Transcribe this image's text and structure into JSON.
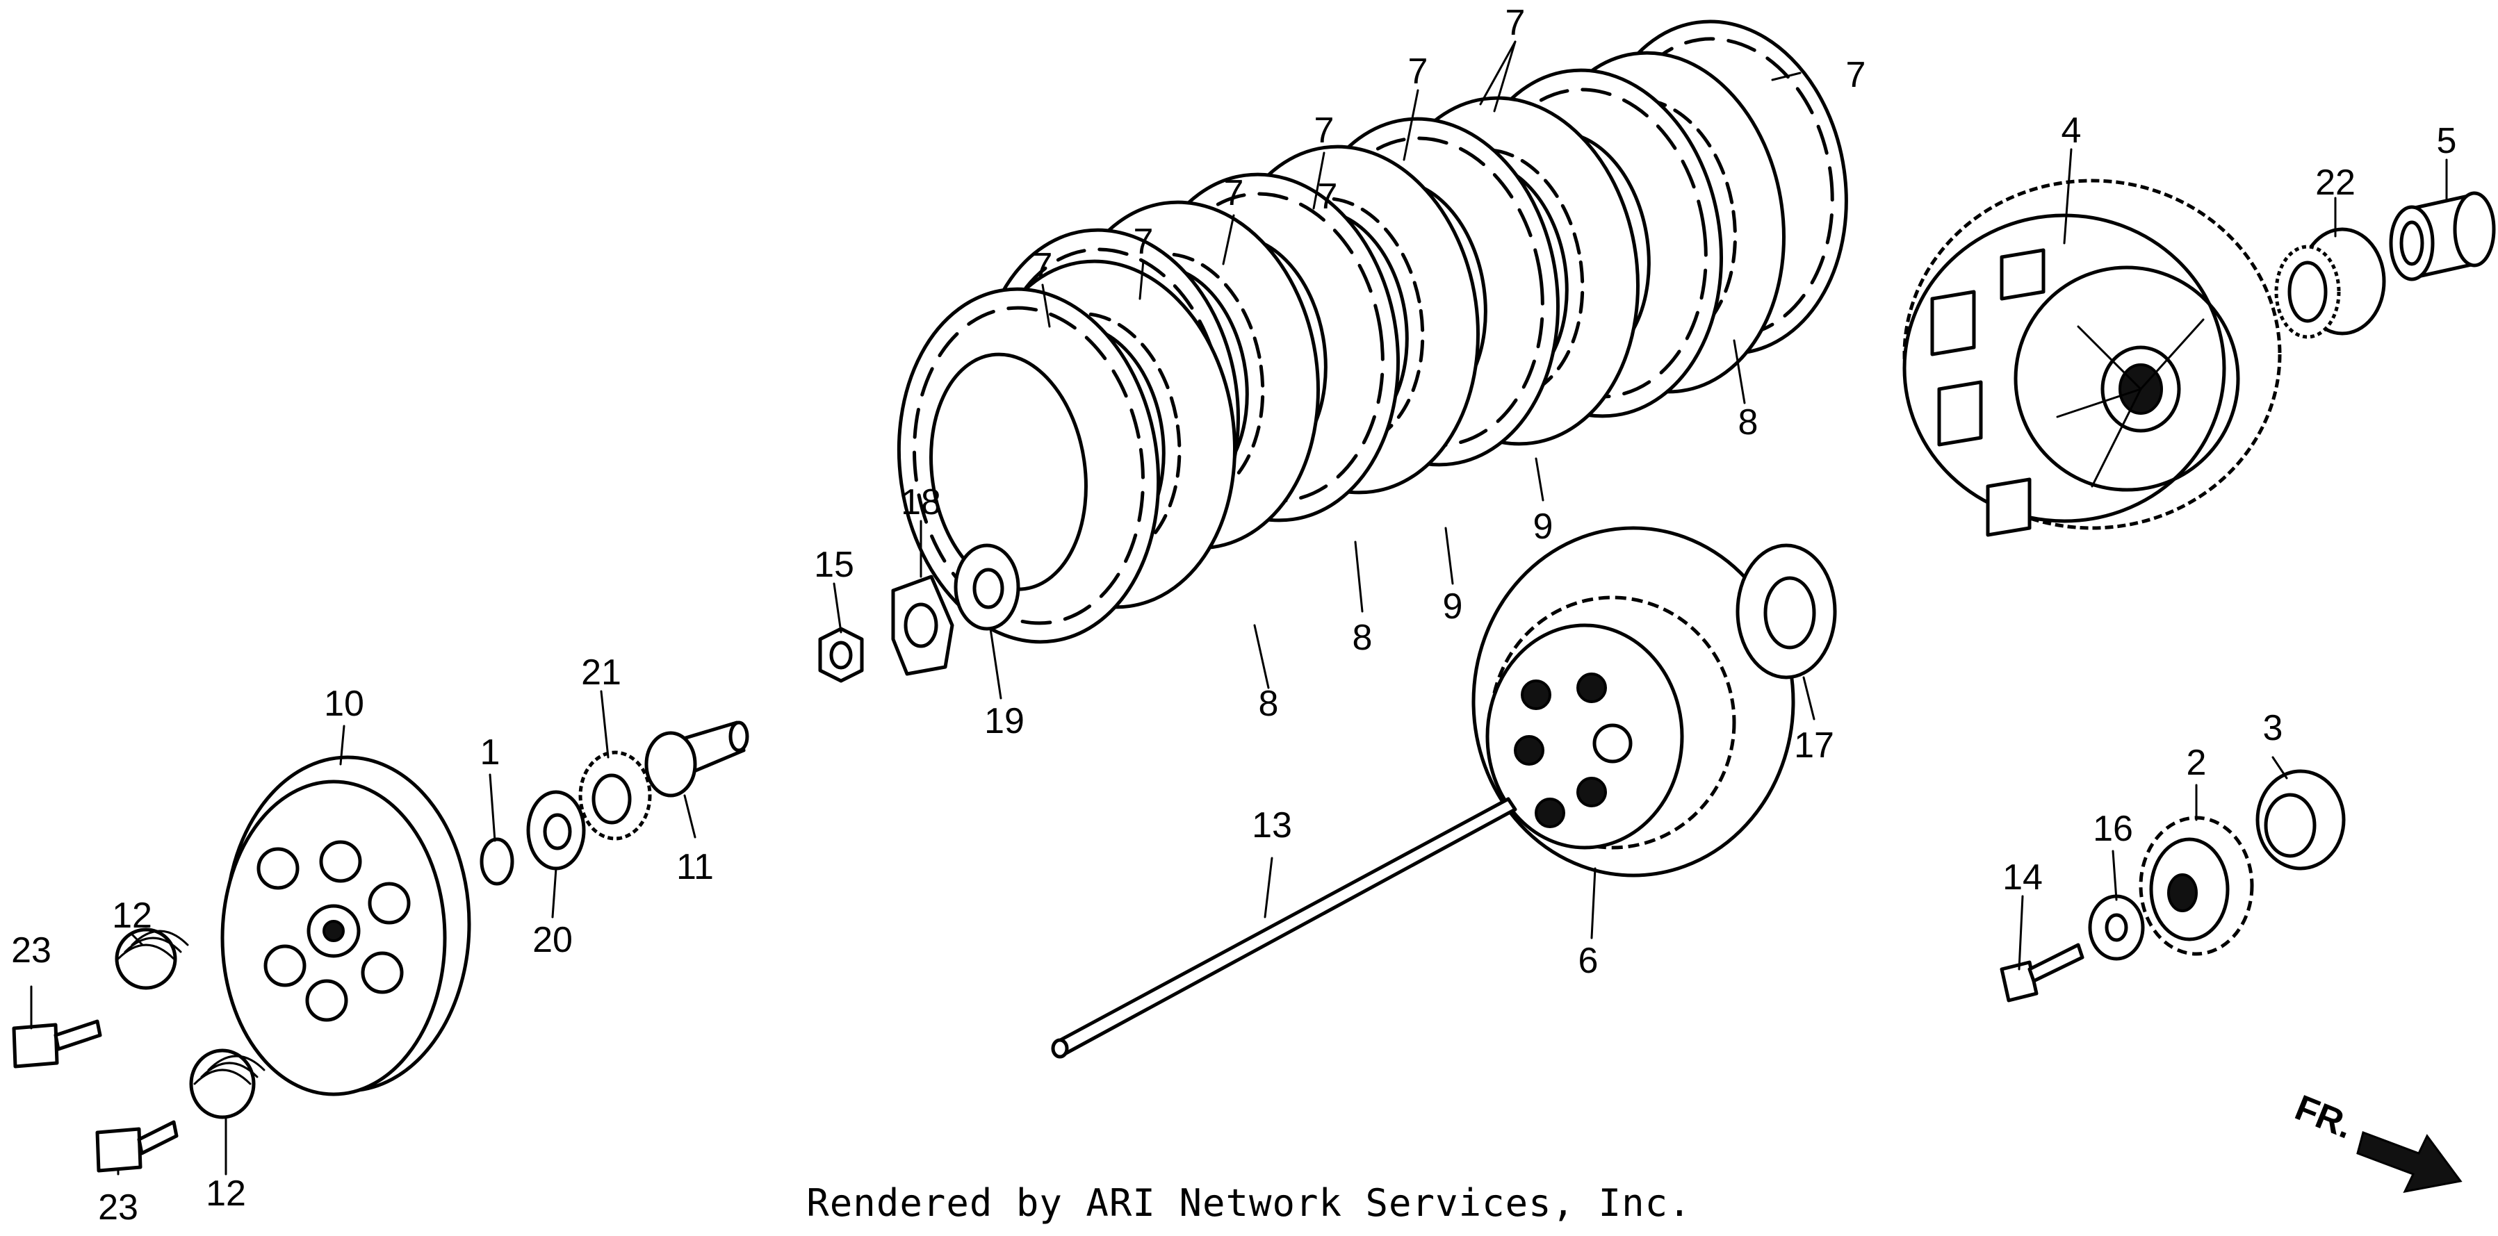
{
  "callouts": {
    "c1": "1",
    "c2": "2",
    "c3": "3",
    "c4": "4",
    "c5": "5",
    "c6": "6",
    "c7a": "7",
    "c7b": "7",
    "c7c": "7",
    "c7d": "7",
    "c7e": "7",
    "c7f": "7",
    "c7g": "7",
    "c7h": "7",
    "c8a": "8",
    "c8b": "8",
    "c8c": "8",
    "c9a": "9",
    "c9b": "9",
    "c10": "10",
    "c11": "11",
    "c12a": "12",
    "c12b": "12",
    "c13": "13",
    "c14": "14",
    "c15": "15",
    "c16": "16",
    "c17": "17",
    "c18": "18",
    "c19": "19",
    "c20": "20",
    "c21": "21",
    "c22": "22",
    "c23a": "23",
    "c23b": "23"
  },
  "direction_label": "FR.",
  "footer_text": "Rendered by ARI Network Services, Inc."
}
